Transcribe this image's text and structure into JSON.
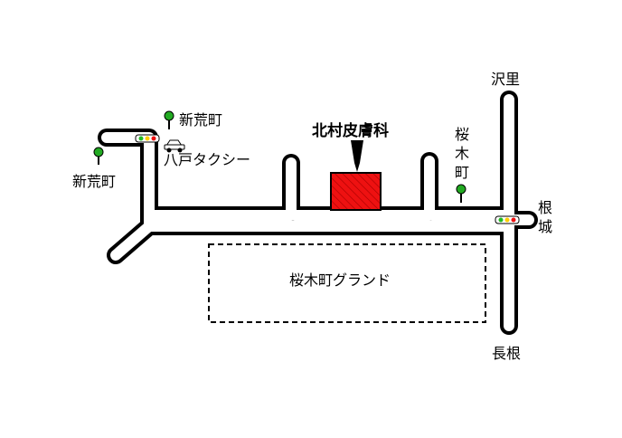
{
  "map": {
    "clinic": {
      "name": "北村皮膚科",
      "color": "#ee1111"
    },
    "ground": {
      "name": "桜木町グランド"
    },
    "taxi": {
      "name": "八戸タクシー",
      "icon": "taxi-car-icon"
    },
    "labels": {
      "shinkoucho_upper": "新荒町",
      "shinkoucho_left": "新荒町",
      "sakuragicho_right": "桜木町",
      "sawasato": "沢里",
      "nejo": "根城",
      "nagane": "長根"
    },
    "icons": {
      "tree": "tree-icon",
      "signal": "traffic-signal-icon"
    },
    "colors": {
      "road_outline": "#000000",
      "road_fill": "#ffffff",
      "tree": "#22aa22",
      "signal_green": "#22bb22",
      "signal_yellow": "#ffcc00",
      "signal_red": "#ee1111"
    }
  }
}
